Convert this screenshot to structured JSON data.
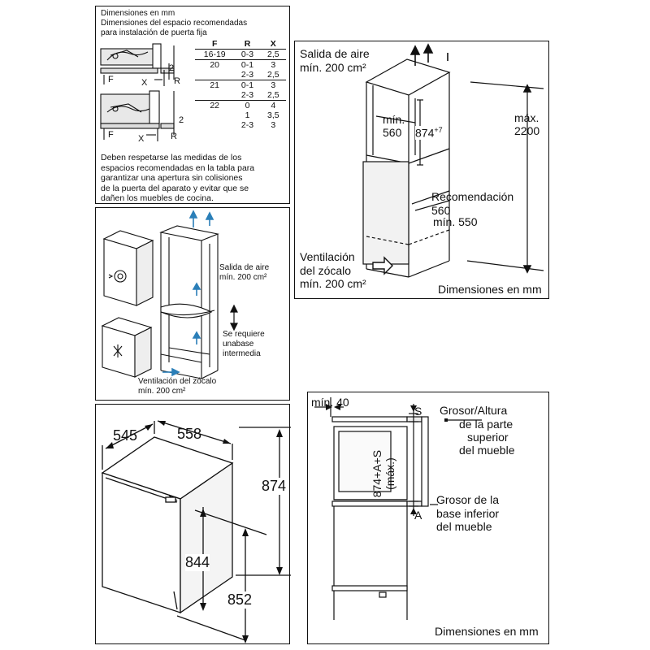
{
  "panel_fixed_door": {
    "heading_lines": [
      "Dimensiones en mm",
      "Dimensiones del espacio recomendadas",
      "para instalación de puerta fija"
    ],
    "labels": {
      "f": "F",
      "x": "X",
      "r": "R",
      "two": "2"
    },
    "table": {
      "headers": [
        "F",
        "R",
        "X"
      ],
      "rows": [
        {
          "f": "16-19",
          "r": "0-3",
          "x": "2,5"
        },
        {
          "f": "20",
          "r": "0-1",
          "x": "3"
        },
        {
          "f": "",
          "r": "2-3",
          "x": "2,5"
        },
        {
          "f": "21",
          "r": "0-1",
          "x": "3"
        },
        {
          "f": "",
          "r": "2-3",
          "x": "2,5"
        },
        {
          "f": "22",
          "r": "0",
          "x": "4"
        },
        {
          "f": "",
          "r": "1",
          "x": "3,5"
        },
        {
          "f": "",
          "r": "2-3",
          "x": "3"
        }
      ]
    },
    "note_lines": [
      "Deben respetarse las medidas de los",
      "espacios recomendadas en la tabla para",
      "garantizar una apertura sin colisiones",
      "de la puerta del aparato y evitar que se",
      "dañen los muebles de cocina."
    ]
  },
  "panel_ventilation": {
    "air_out": "Salida de aire",
    "air_out_area": "mín. 200 cm²",
    "required_lines": [
      "Se requiere",
      "unabase",
      "intermedia"
    ],
    "plinth_vent": "Ventilación del zócalo",
    "plinth_area": "mín. 200 cm²"
  },
  "panel_niche": {
    "air_out": "Salida de aire",
    "air_out_area": "mín. 200 cm²",
    "min_label": "mín.",
    "min_value": "560",
    "height_label": "874",
    "height_sup": "+7",
    "max_label": "máx.",
    "max_value": "2200",
    "recommendation": "Recomendación",
    "recommendation_value": "560",
    "min_550": "mín. 550",
    "plinth_vent_lines": [
      "Ventilación",
      "del zócalo",
      "mín. 200 cm²"
    ],
    "units": "Dimensiones en mm"
  },
  "panel_appliance": {
    "depth": "545",
    "width": "558",
    "height": "874",
    "door_height": "844",
    "total_height": "852"
  },
  "panel_furniture": {
    "min40": "mín. 40",
    "s": "S",
    "a": "A",
    "vertical": "874+A+S",
    "vertical_max": "(máx.)",
    "top_lines": [
      "Grosor/Altura",
      "de la parte",
      "superior",
      "del mueble"
    ],
    "bottom_lines": [
      "Grosor de la",
      "base inferior",
      "del mueble"
    ],
    "units": "Dimensiones en mm"
  },
  "colors": {
    "ink": "#111111",
    "arrow_blue": "#2b7fb8",
    "cabinet_fill": "#f2f2f2"
  }
}
